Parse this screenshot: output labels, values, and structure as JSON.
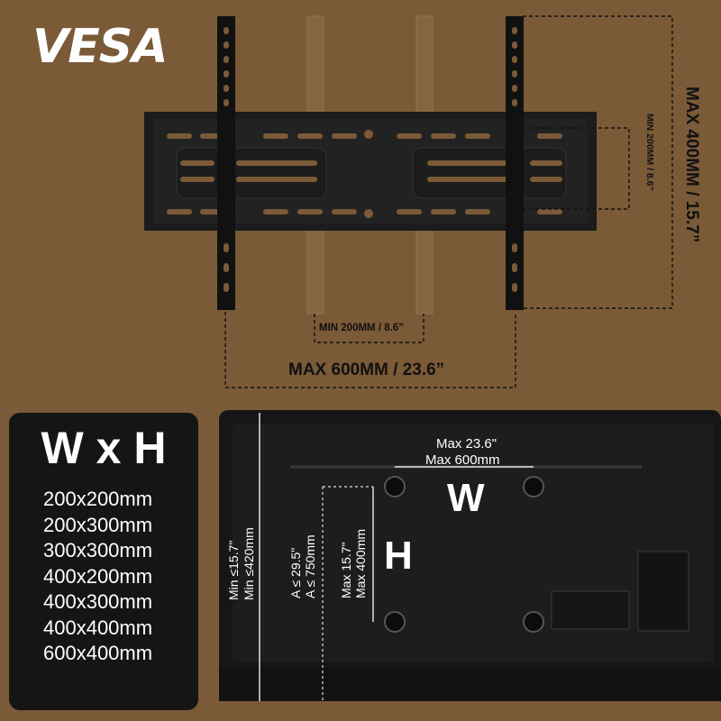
{
  "title": "VESA",
  "bracket_dimensions": {
    "min_horizontal": "MIN 200MM / 8.6”",
    "max_horizontal": "MAX 600MM / 23.6”",
    "min_vertical": "MIN 200MM / 8.6”",
    "max_vertical": "MAX 400MM / 15.7”"
  },
  "sizes_panel": {
    "heading": "W x H",
    "sizes": [
      "200x200mm",
      "200x300mm",
      "300x300mm",
      "400x200mm",
      "400x300mm",
      "400x400mm",
      "600x400mm"
    ]
  },
  "tv_back": {
    "max_width_line1": "Max 23.6\"",
    "max_width_line2": "Max 600mm",
    "w_label": "W",
    "h_label": "H",
    "max_height_line1": "Max 15.7\"",
    "max_height_line2": "Max 400mm",
    "a_line1": "A ≤ 29.5\"",
    "a_line2": "A ≤ 750mm",
    "min_line1": "Min ≤15.7\"",
    "min_line2": "Min ≤420mm"
  },
  "colors": {
    "background": "#7b5a38",
    "bracket": "#1c1c1c",
    "panel": "#151515",
    "tv": "#1a1a1a",
    "text": "#ffffff"
  }
}
